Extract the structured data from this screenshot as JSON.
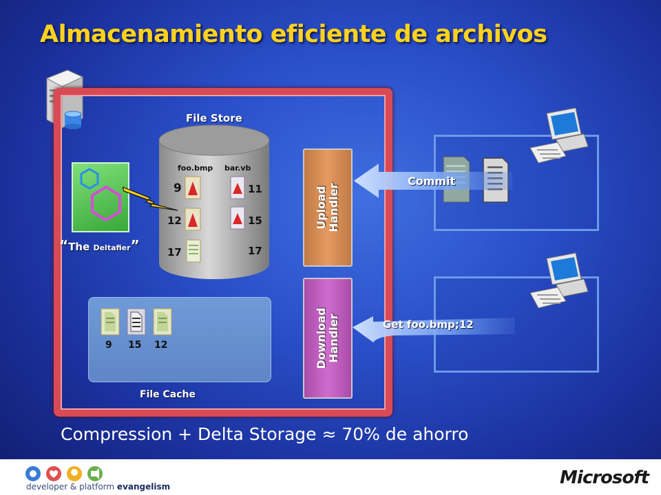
{
  "slide": {
    "title": "Almacenamiento eficiente de archivos",
    "caption": "Compression + Delta Storage ≈ 70% de ahorro"
  },
  "file_store": {
    "label": "File Store",
    "col1_header": "foo.bmp",
    "col2_header": "bar.vb",
    "col1_versions": [
      "9",
      "12",
      "17"
    ],
    "col2_versions": [
      "11",
      "15",
      "17"
    ]
  },
  "deltafier": {
    "label_quote_open": "“",
    "label_the": "The ",
    "label_name": "Deltafier",
    "label_quote_close": "”"
  },
  "file_cache": {
    "label": "File Cache",
    "items": [
      "9",
      "15",
      "12"
    ]
  },
  "upload_handler": {
    "line1": "Upload",
    "line2": "Handler"
  },
  "download_handler": {
    "line1": "Download",
    "line2": "Handler"
  },
  "commit_label": "Commit",
  "get_label": "Get foo.bmp;12",
  "footer": {
    "brand_prefix": "developer & platform ",
    "brand_suffix": "evangelism",
    "microsoft_logo": "Microsoft"
  },
  "colors": {
    "title": "#ffd21e",
    "server_frame": "#d84a55",
    "upload_handler": "#e59a60",
    "download_handler": "#cf6ccf",
    "client_frame": "#6c9be8"
  }
}
